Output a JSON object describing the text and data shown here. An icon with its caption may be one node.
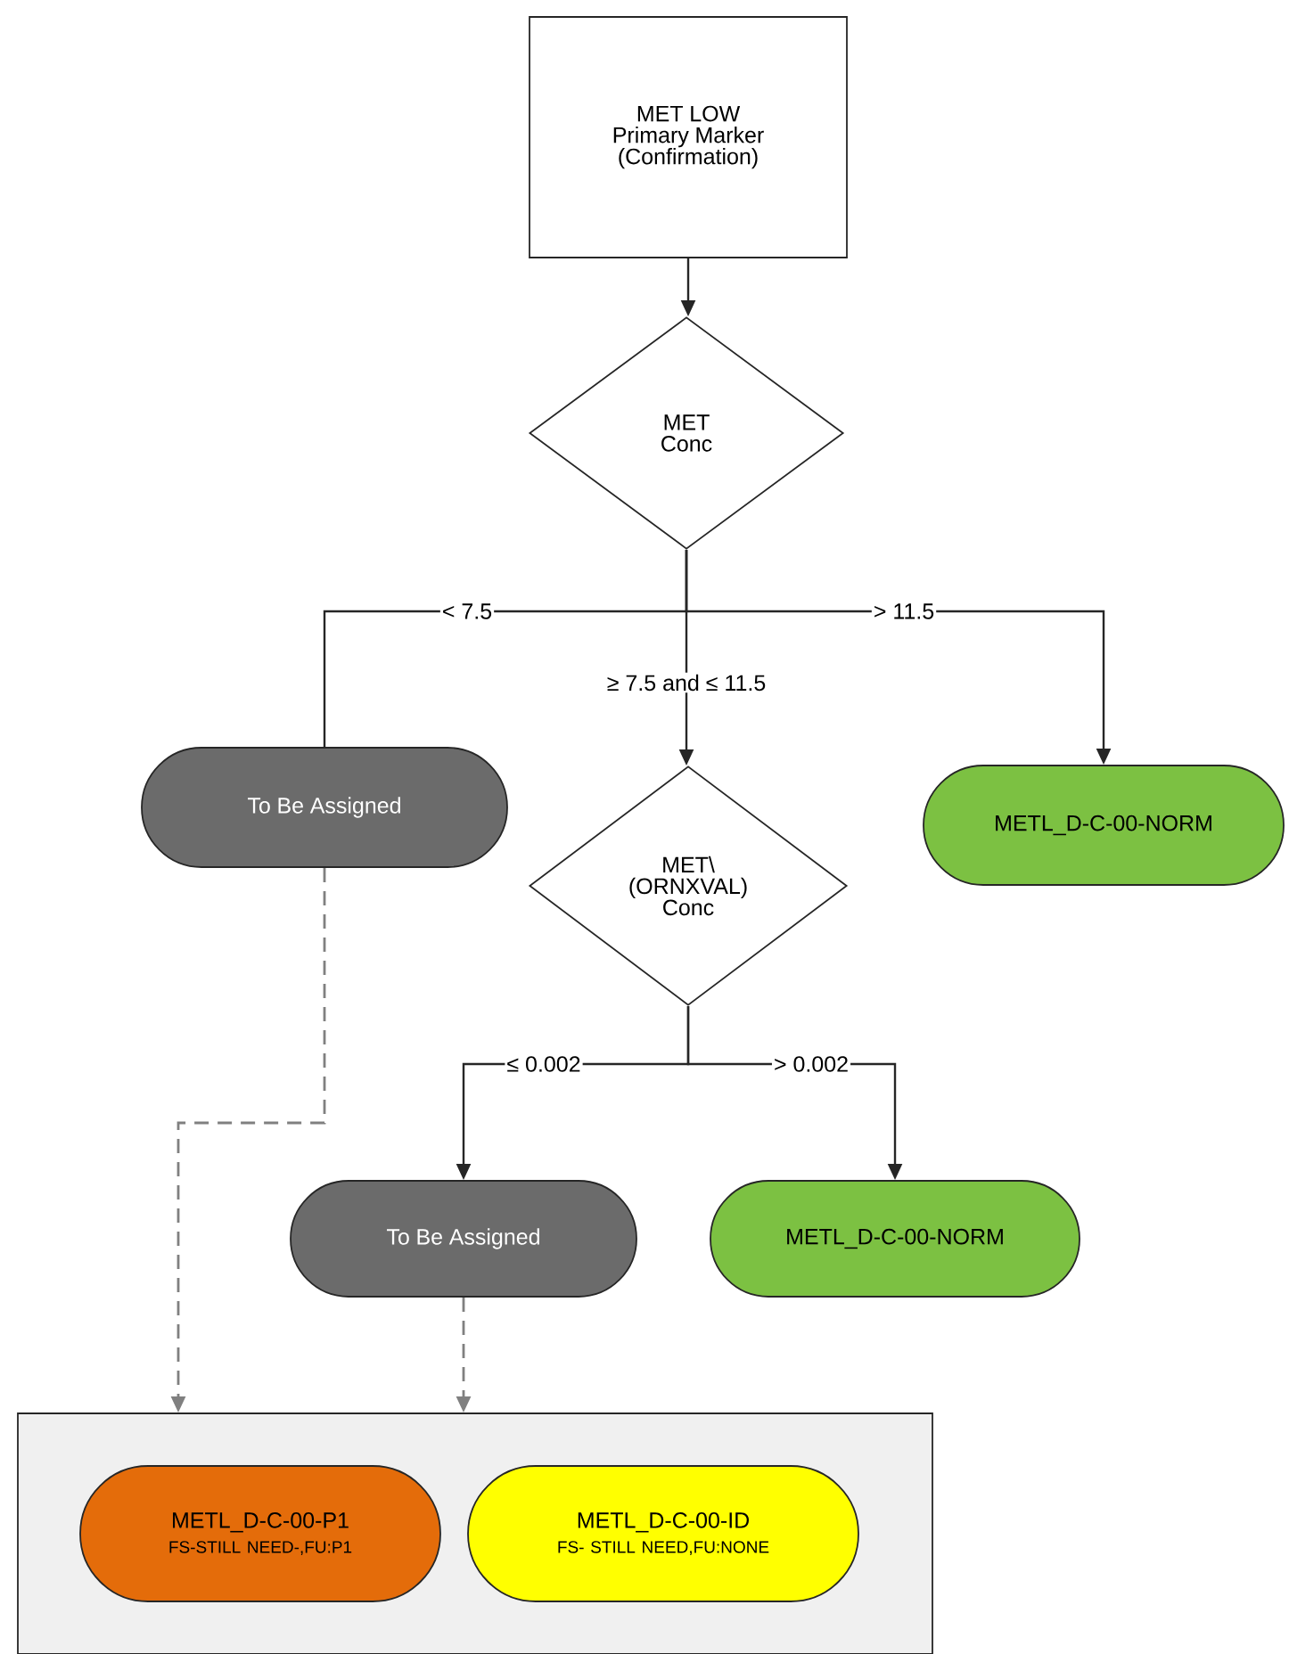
{
  "diagram": {
    "nodes": [
      {
        "text": [
          "MET LOW Primary Marker (Confirmation)"
        ]
      },
      {
        "text": [
          "MET Conc"
        ]
      },
      {
        "text": [
          "To Be Assigned"
        ]
      },
      {
        "text": [
          "MET\\ (ORNXVAL) Conc"
        ]
      },
      {
        "text": [
          "METL_D-C-00-NORM"
        ]
      },
      {
        "text": [
          "To Be Assigned"
        ]
      },
      {
        "text": [
          "METL_D-C-00-NORM"
        ]
      },
      {
        "text": [],
        "shape": "box"
      },
      {
        "text": [
          "METL_D-C-00-P1",
          "FS-STILL NEED-,FU:P1"
        ],
        "in": 7
      },
      {
        "text": [
          "METL_D-C-00-ID",
          "FS- STILL NEED,FU:NONE"
        ],
        "in": 7
      }
    ],
    "edges": [
      {
        "from": 0,
        "to": 1,
        "arrow": "to"
      },
      {
        "from": 1,
        "to": 2,
        "arrow": "none",
        "label": "< 7.5"
      },
      {
        "from": 1,
        "to": 3,
        "arrow": "to",
        "label": "≥ 7.5 and ≤ 11.5"
      },
      {
        "from": 1,
        "to": 4,
        "arrow": "to",
        "label": "> 11.5"
      },
      {
        "from": 2,
        "to": 7,
        "arrow": "to",
        "style": "dashed"
      },
      {
        "from": 3,
        "to": 5,
        "arrow": "to",
        "label": "≤ 0.002"
      },
      {
        "from": 3,
        "to": 6,
        "arrow": "to",
        "label": "> 0.002"
      },
      {
        "from": 5,
        "to": 7,
        "arrow": "to",
        "style": "dashed"
      }
    ]
  }
}
